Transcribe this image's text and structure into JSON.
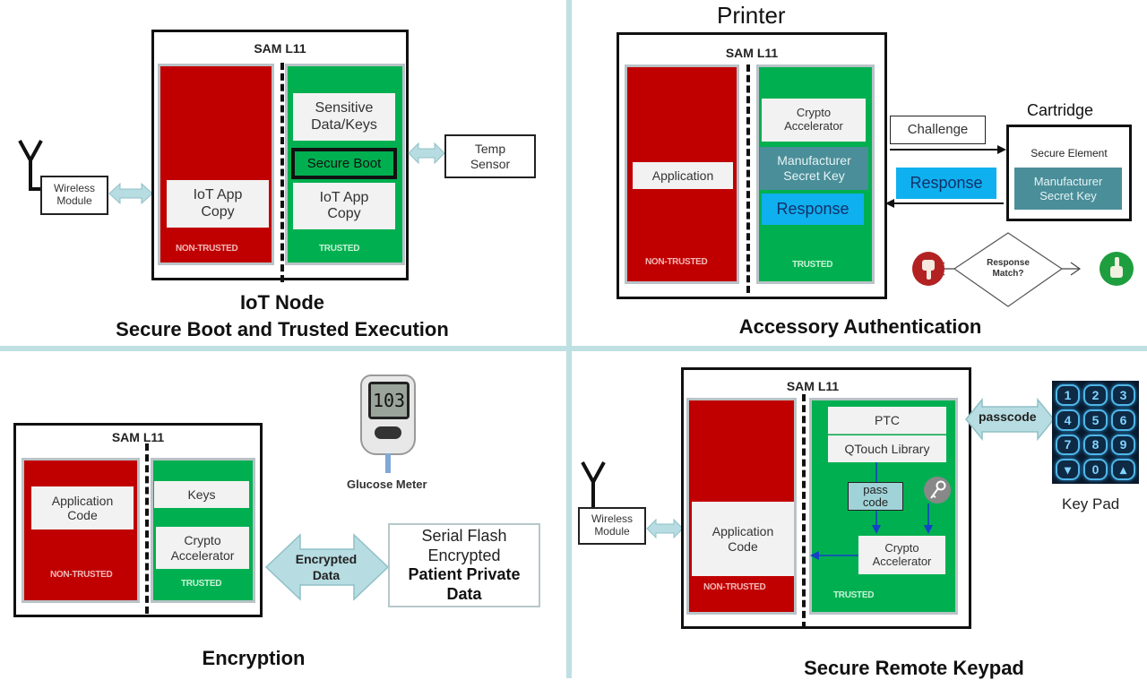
{
  "chip_name": "SAM L11",
  "zones": {
    "non_trusted": "NON-TRUSTED",
    "trusted": "TRUSTED"
  },
  "colors": {
    "non_trusted": "#c00000",
    "trusted": "#00b050",
    "arrow": "#b7dde2",
    "teal": "#4a8e99",
    "response": "#0fb0ef"
  },
  "q1": {
    "wireless_module": "Wireless\nModule",
    "temp_sensor": "Temp\nSensor",
    "nt_box": "IoT App\nCopy",
    "sensitive": "Sensitive\nData/Keys",
    "secure_boot": "Secure Boot",
    "t_copy": "IoT App\nCopy",
    "caption_line1": "IoT Node",
    "caption_line2": "Secure Boot and Trusted Execution"
  },
  "q2": {
    "title": "Printer",
    "application": "Application",
    "crypto": "Crypto\nAccelerator",
    "mfr_key": "Manufacturer\nSecret Key",
    "response_inner": "Response",
    "challenge": "Challenge",
    "response_outer": "Response",
    "cartridge": "Cartridge",
    "secure_element": "Secure Element",
    "cart_key": "Manufacturer\nSecret Key",
    "decision": "Response\nMatch?",
    "caption": "Accessory Authentication"
  },
  "q3": {
    "app_code": "Application\nCode",
    "keys": "Keys",
    "crypto": "Crypto\nAccelerator",
    "encrypted_data": "Encrypted\nData",
    "flash_line1": "Serial Flash",
    "flash_line2": "Encrypted",
    "flash_line3": "Patient Private",
    "flash_line4": "Data",
    "glucose_reading": "103",
    "glucose_label": "Glucose Meter",
    "caption": "Encryption"
  },
  "q4": {
    "wireless_module": "Wireless\nModule",
    "app_code": "Application\nCode",
    "ptc": "PTC",
    "qtouch": "QTouch  Library",
    "passcode_box": "pass\ncode",
    "crypto": "Crypto\nAccelerator",
    "passcode_arrow": "passcode",
    "keypad_keys": [
      "1",
      "2",
      "3",
      "4",
      "5",
      "6",
      "7",
      "8",
      "9",
      "▾",
      "0",
      "▴"
    ],
    "keypad_label": "Key Pad",
    "caption": "Secure Remote Keypad"
  }
}
